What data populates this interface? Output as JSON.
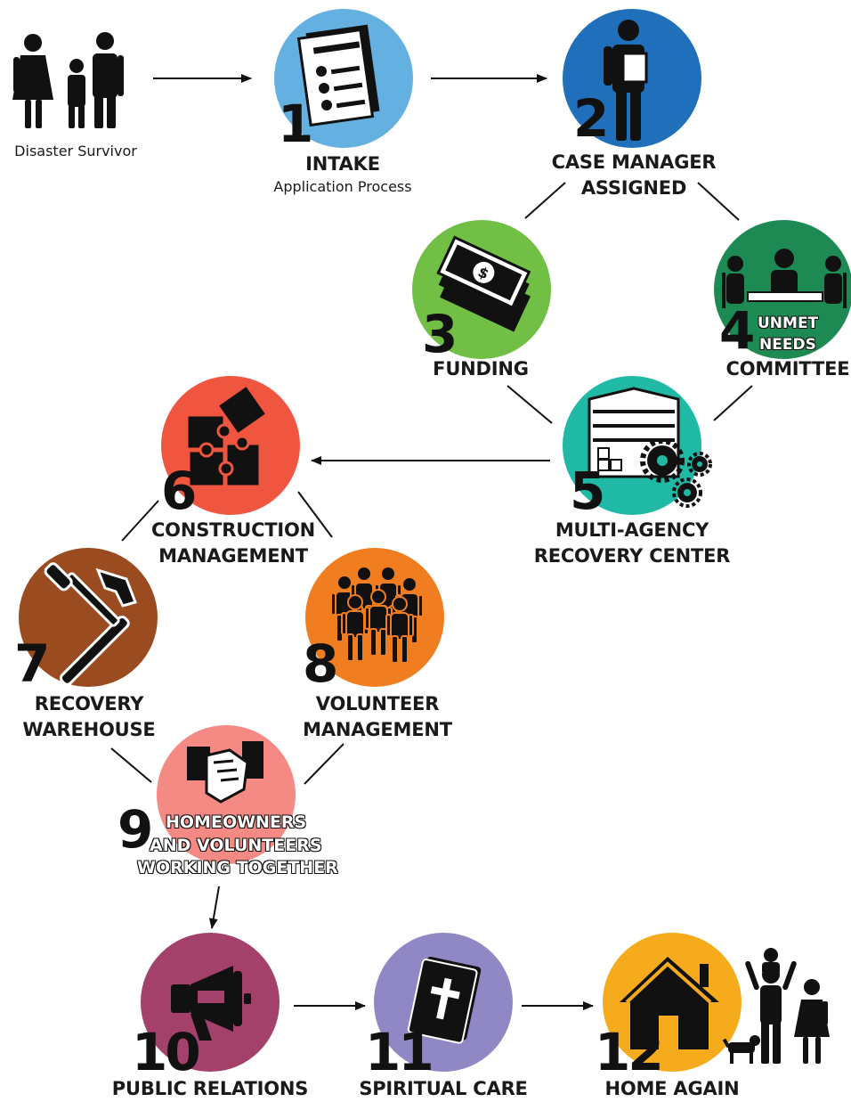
{
  "start": {
    "label": "Disaster Survivor"
  },
  "steps": [
    {
      "number": "1",
      "title": "INTAKE",
      "subtitle": "Application Process",
      "color": "#64b0e0",
      "icon": "clipboard-checklist-icon"
    },
    {
      "number": "2",
      "title_lines": [
        "CASE MANAGER",
        "ASSIGNED"
      ],
      "color": "#1f6fba",
      "icon": "case-manager-person-icon"
    },
    {
      "number": "3",
      "title": "FUNDING",
      "color": "#71bf44",
      "icon": "money-stack-icon"
    },
    {
      "number": "4",
      "title_lines": [
        "UNMET",
        "NEEDS",
        "COMMITTEE"
      ],
      "color": "#1d8a53",
      "icon": "committee-meeting-icon"
    },
    {
      "number": "5",
      "title_lines": [
        "MULTI-AGENCY",
        "RECOVERY CENTER"
      ],
      "color": "#1fb9a6",
      "icon": "warehouse-gears-icon"
    },
    {
      "number": "6",
      "title_lines": [
        "CONSTRUCTION",
        "MANAGEMENT"
      ],
      "color": "#f0553f",
      "icon": "puzzle-icon"
    },
    {
      "number": "7",
      "title_lines": [
        "RECOVERY",
        "WAREHOUSE"
      ],
      "color": "#9a4b1f",
      "icon": "hammer-screwdriver-icon"
    },
    {
      "number": "8",
      "title_lines": [
        "VOLUNTEER",
        "MANAGEMENT"
      ],
      "color": "#f07d1f",
      "icon": "volunteer-group-icon"
    },
    {
      "number": "9",
      "title_lines": [
        "HOMEOWNERS",
        "AND VOLUNTEERS",
        "WORKING TOGETHER"
      ],
      "color": "#f58a84",
      "icon": "handshake-icon"
    },
    {
      "number": "10",
      "title": "PUBLIC RELATIONS",
      "color": "#a3416b",
      "icon": "megaphone-icon"
    },
    {
      "number": "11",
      "title": "SPIRITUAL CARE",
      "color": "#8f88c4",
      "icon": "bible-icon"
    },
    {
      "number": "12",
      "title": "HOME AGAIN",
      "color": "#f5ab1c",
      "icon": "house-icon"
    }
  ]
}
